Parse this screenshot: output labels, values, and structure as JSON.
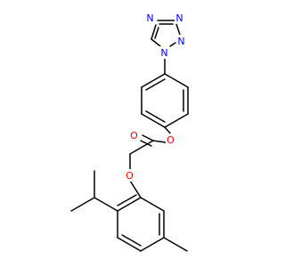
{
  "molecule": {
    "atoms": {
      "tetrazole_n4": "N",
      "tetrazole_n3": "N",
      "tetrazole_n2": "N",
      "tetrazole_n1": "N",
      "ester_o_ring": "O",
      "carbonyl_o": "O",
      "ether_o": "O"
    },
    "colors": {
      "nitrogen": "#0000ff",
      "oxygen": "#ff0000",
      "bond": "#000000"
    }
  }
}
